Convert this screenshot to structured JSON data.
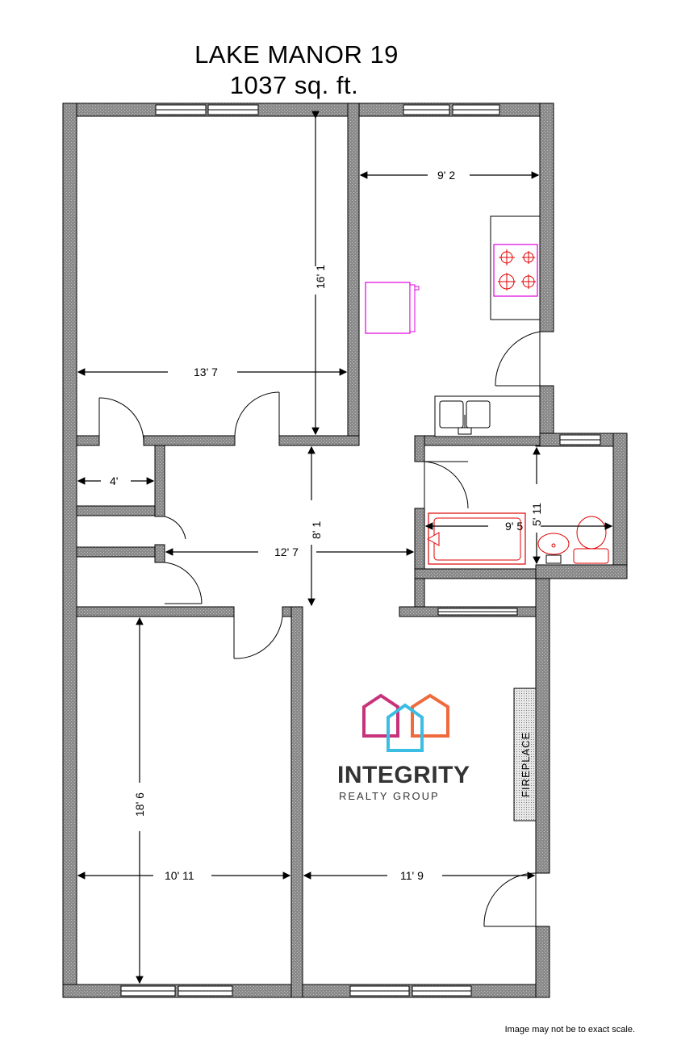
{
  "header": {
    "title": "LAKE MANOR 19",
    "area": "1037 sq. ft."
  },
  "dimensions": {
    "top_left_height": "16' 1",
    "top_left_width": "13' 7",
    "kitchen_width": "9' 2",
    "closet_width": "4'",
    "hall_height": "8' 1",
    "hall_width": "12' 7",
    "bath_height": "5' 11",
    "bath_width": "9' 5",
    "bottom_left_height": "18' 6",
    "bottom_left_width": "10' 11",
    "living_width": "11' 9"
  },
  "labels": {
    "fireplace": "FIREPLACE"
  },
  "logo": {
    "name": "INTEGRITY",
    "tagline": "REALTY GROUP",
    "colors": {
      "magenta": "#c8327a",
      "cyan": "#3cbde3",
      "orange": "#ef6a3c"
    }
  },
  "footer": {
    "disclaimer": "Image may not be to exact scale."
  },
  "colors": {
    "wall_fill": "#8c8c8c",
    "appliance": "#e000e0",
    "fixture": "#e00000"
  }
}
